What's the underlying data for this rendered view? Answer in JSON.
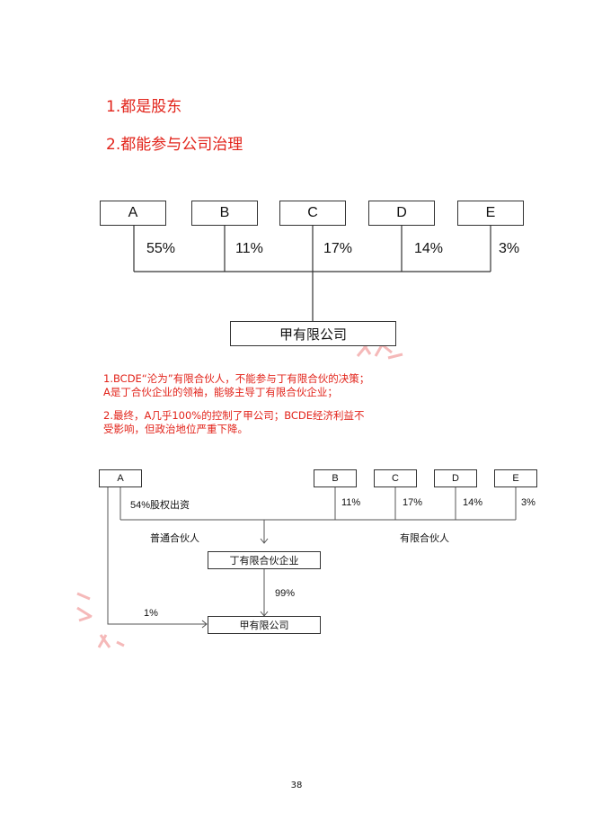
{
  "headings": {
    "line1": "1.都是股东",
    "line2": "2.都能参与公司治理"
  },
  "diagram1": {
    "partners": [
      {
        "name": "A",
        "share": "55%"
      },
      {
        "name": "B",
        "share": "11%"
      },
      {
        "name": "C",
        "share": "17%"
      },
      {
        "name": "D",
        "share": "14%"
      },
      {
        "name": "E",
        "share": "3%"
      }
    ],
    "company": "甲有限公司"
  },
  "notes": {
    "n1_line1": "1.BCDE“沦为”有限合伙人，不能参与丁有限合伙的决策；",
    "n1_line2": "A是丁合伙企业的领袖，能够主导丁有限合伙企业；",
    "n2_line1": "2.最终，A几乎100%的控制了甲公司；BCDE经济利益不",
    "n2_line2": "受影响，但政治地位严重下降。"
  },
  "diagram2": {
    "partners": [
      {
        "name": "A",
        "share": "54%股权出资"
      },
      {
        "name": "B",
        "share": "11%"
      },
      {
        "name": "C",
        "share": "17%"
      },
      {
        "name": "D",
        "share": "14%"
      },
      {
        "name": "E",
        "share": "3%"
      }
    ],
    "gp_label": "普通合伙人",
    "lp_label": "有限合伙人",
    "partnership": "丁有限合伙企业",
    "partnership_share": "99%",
    "direct_share": "1%",
    "company": "甲有限公司"
  },
  "page_number": "38",
  "colors": {
    "accent_red": "#e2231a",
    "line": "#333333"
  }
}
